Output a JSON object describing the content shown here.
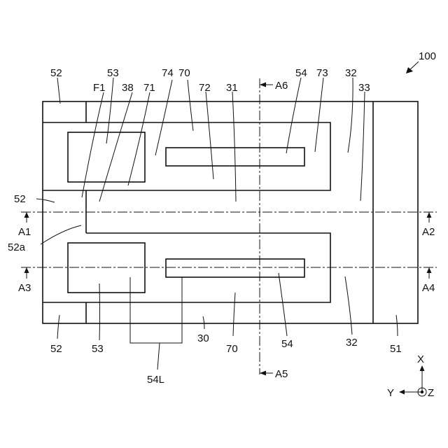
{
  "figure": {
    "ref_main": "100",
    "labels": {
      "l52_top": "52",
      "l53_top": "53",
      "l74": "74",
      "l70_top": "70",
      "l54_top": "54",
      "l73": "73",
      "l32_top": "32",
      "lF1": "F1",
      "l38": "38",
      "l71": "71",
      "l72": "72",
      "l31": "31",
      "l33": "33",
      "l52_mid": "52",
      "l52a": "52a",
      "l52_bot": "52",
      "l53_bot": "53",
      "l30": "30",
      "l70_bot": "70",
      "l54_bot": "54",
      "l32_bot": "32",
      "l51": "51",
      "l54L": "54L"
    },
    "sections": {
      "A1": "A1",
      "A2": "A2",
      "A3": "A3",
      "A4": "A4",
      "A5": "A5",
      "A6": "A6"
    },
    "axes": {
      "x": "X",
      "y": "Y",
      "z": "Z"
    }
  }
}
